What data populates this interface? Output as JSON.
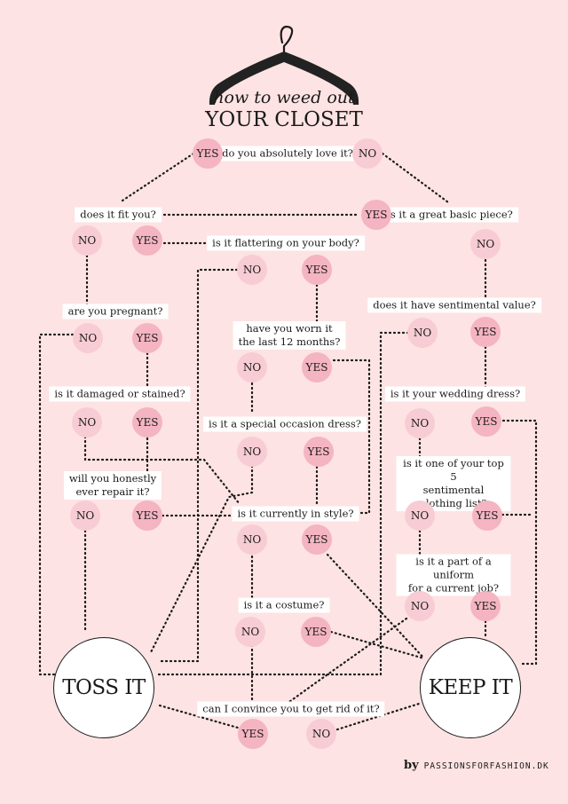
{
  "title": {
    "line1": "how to weed out",
    "line2": "YOUR CLOSET"
  },
  "credit": {
    "by": "by",
    "site": "PASSIONSFORFASHION.DK"
  },
  "questions": {
    "love": "do you absolutely love it?",
    "fit": "does it fit you?",
    "basic": "is it a great basic piece?",
    "flattering": "is it flattering on your body?",
    "pregnant": "are you pregnant?",
    "worn": "have you worn it\nthe last 12 months?",
    "sentimental": "does it have sentimental value?",
    "damaged": "is it damaged or stained?",
    "wedding": "is it your wedding dress?",
    "occasion": "is it a special occasion dress?",
    "repair": "will you honestly\never repair it?",
    "top5": "is it one of your top 5\nsentimental clothing list?",
    "style": "is it currently in style?",
    "uniform": "is it a part of a uniform\nfor a current job?",
    "costume": "is it a costume?",
    "convince": "can I convince you to get rid of it?"
  },
  "answers": {
    "yes": "YES",
    "no": "NO"
  },
  "outcomes": {
    "toss": "TOSS IT",
    "keep": "KEEP IT"
  }
}
